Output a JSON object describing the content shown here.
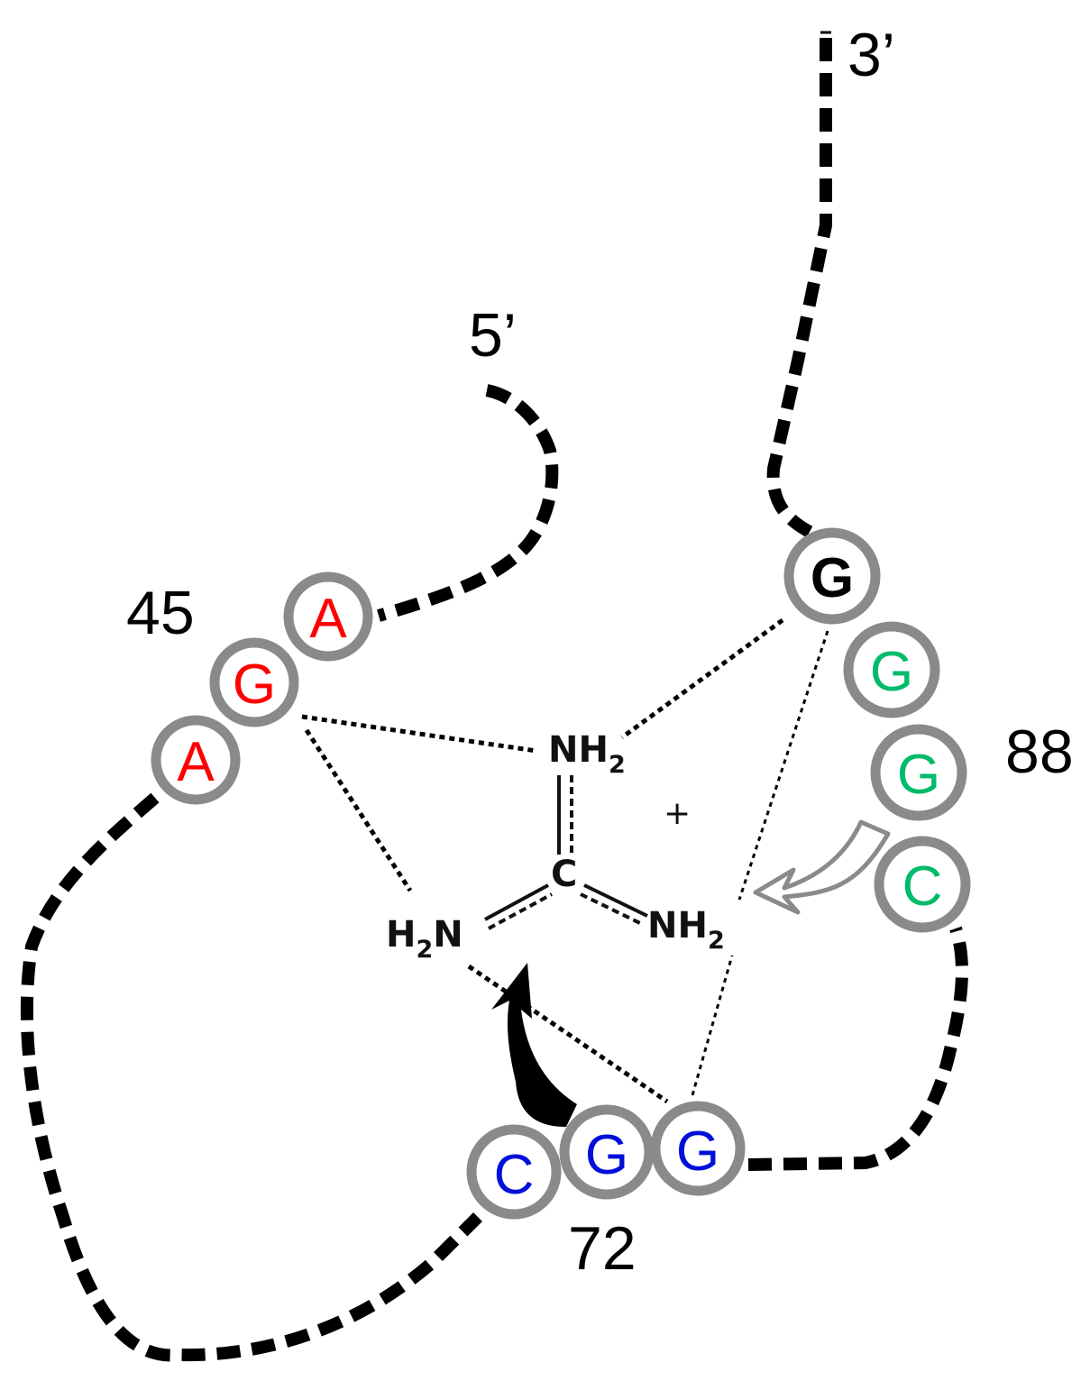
{
  "labels": {
    "five_prime": "5’",
    "three_prime": "3’",
    "pos_45": "45",
    "pos_88": "88",
    "pos_72": "72"
  },
  "nucleotides": {
    "A1": "A",
    "G1": "G",
    "A2": "A",
    "G_top": "G",
    "G88a": "G",
    "G88b": "G",
    "C88": "C",
    "C72": "C",
    "G72a": "G",
    "G72b": "G"
  },
  "molecule": {
    "nh2_top": "NH",
    "nh2_top_sub": "2",
    "carbon": "C",
    "plus": "+",
    "h2n_left_h": "H",
    "h2n_left_sub": "2",
    "h2n_left_n": "N",
    "nh2_right": "NH",
    "nh2_right_sub": "2"
  },
  "colors": {
    "red": "#ff0000",
    "green": "#00bb6a",
    "blue": "#0010d8",
    "black": "#000000",
    "ring": "#8a8a8a",
    "arrow_gray": "#8a8a8a"
  }
}
